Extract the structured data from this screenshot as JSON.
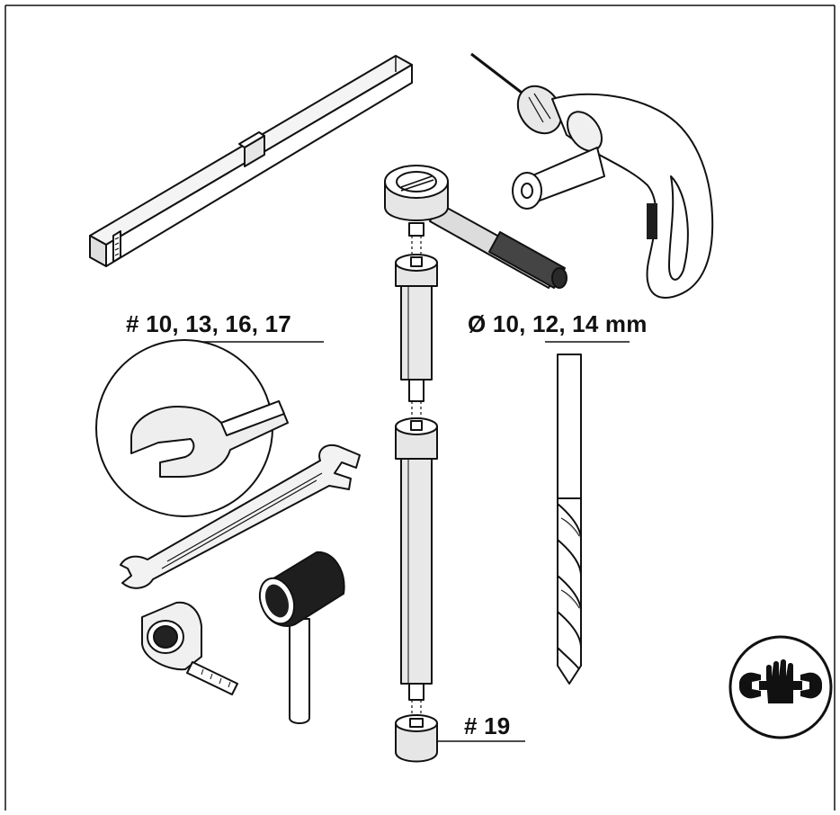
{
  "labels": {
    "wrench_sizes": "# 10, 13, 16, 17",
    "drill_bit_sizes": "Ø 10, 12, 14 mm",
    "socket_size": "# 19"
  },
  "icons": [
    "spirit-level-icon",
    "power-drill-icon",
    "socket-wrench-set-icon",
    "open-end-wrench-icon",
    "combination-wrench-icon",
    "drill-bit-icon",
    "mallet-icon",
    "tape-measure-icon",
    "tools-and-gloves-icon"
  ],
  "colors": {
    "line": "#111111",
    "light_fill": "#eeeeee",
    "mid_fill": "#cfcfcf",
    "dark_fill": "#222222",
    "background": "#ffffff"
  }
}
